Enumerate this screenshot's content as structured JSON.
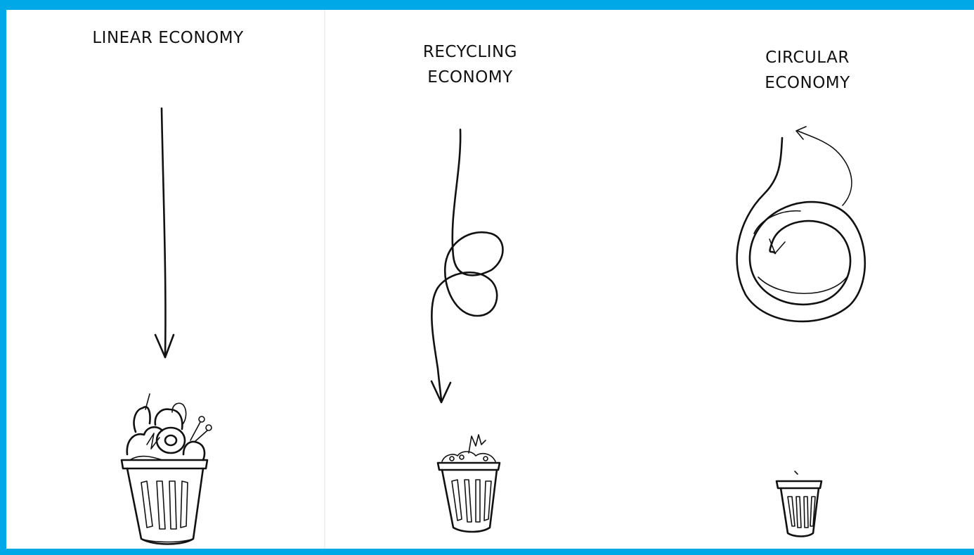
{
  "panels": [
    {
      "title": "LINEAR ECONOMY",
      "icon": "straight-arrow-icon",
      "bin": "full-trash-bin-icon"
    },
    {
      "title": "RECYCLING\nECONOMY",
      "icon": "looped-arrow-icon",
      "bin": "half-full-trash-bin-icon"
    },
    {
      "title": "CIRCULAR\nECONOMY",
      "icon": "spiral-arrow-icon",
      "bin": "empty-trash-bin-icon"
    }
  ],
  "colors": {
    "frame": "#00a8e8",
    "ink": "#111111",
    "background": "#ffffff"
  }
}
